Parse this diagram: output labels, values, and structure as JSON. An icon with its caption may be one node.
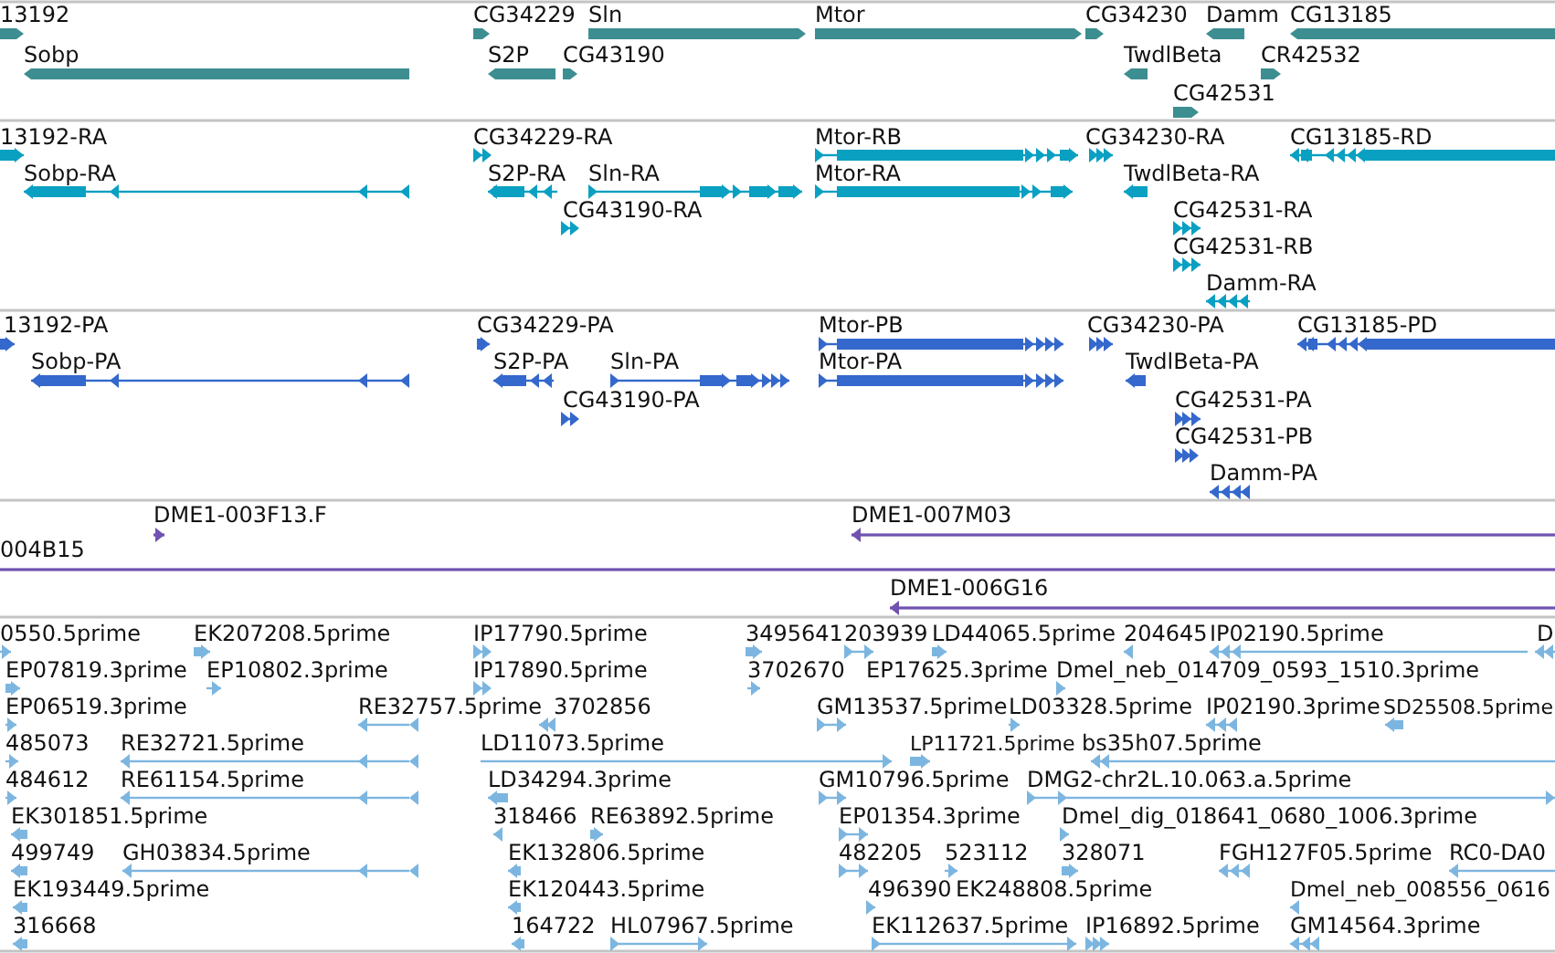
{
  "diagram": {
    "labels": [
      "13192",
      "CG34229",
      "Sln",
      "Mtor",
      "CG34230",
      "Damm",
      "CG13185",
      "Sobp",
      "S2P",
      "CG43190",
      "TwdlBeta",
      "CR42532",
      "CG42531",
      "13192-RA",
      "CG34229-RA",
      "Mtor-RB",
      "CG34230-RA",
      "CG13185-RD",
      "Sobp-RA",
      "S2P-RA",
      "Sln-RA",
      "Mtor-RA",
      "TwdlBeta-RA",
      "CG43190-RA",
      "CG42531-RA",
      "CG42531-RB",
      "Damm-RA",
      "13192-PA",
      "CG34229-PA",
      "Mtor-PB",
      "CG34230-PA",
      "CG13185-PD",
      "Sobp-PA",
      "S2P-PA",
      "Sln-PA",
      "Mtor-PA",
      "TwdlBeta-PA",
      "CG43190-PA",
      "CG42531-PA",
      "CG42531-PB",
      "Damm-PA",
      "DME1-003F13.F",
      "DME1-007M03",
      "004B15",
      "DME1-006G16",
      "0550.5prime",
      "EK207208.5prime",
      "IP17790.5prime",
      "3495641",
      "203939",
      "LD44065.5prime",
      "204645",
      "IP02190.5prime",
      "D",
      "EP07819.3prime",
      "EP10802.3prime",
      "IP17890.5prime",
      "3702670",
      "EP17625.3prime",
      "Dmel_neb_014709_0593_1510.3prime",
      "EP06519.3prime",
      "RE32757.5prime",
      "3702856",
      "GM13537.5prime",
      "LD03328.5prime",
      "IP02190.3prime",
      "SD25508.5prime",
      "485073",
      "RE32721.5prime",
      "LD11073.5prime",
      "LP11721.5prime",
      "bs35h07.5prime",
      "484612",
      "RE61154.5prime",
      "LD34294.3prime",
      "GM10796.5prime",
      "DMG2-chr2L.10.063.a.5prime",
      "EK301851.5prime",
      "318466",
      "RE63892.5prime",
      "EP01354.3prime",
      "Dmel_dig_018641_0680_1006.3prime",
      "499749",
      "GH03834.5prime",
      "EK132806.5prime",
      "482205",
      "523112",
      "328071",
      "FGH127F05.5prime",
      "RC0-DA0",
      "EK193449.5prime",
      "EK120443.5prime",
      "496390",
      "EK248808.5prime",
      "Dmel_neb_008556_0616",
      "316668",
      "164722",
      "HL07967.5prime",
      "EK112637.5prime",
      "IP16892.5prime",
      "GM14564.3prime"
    ]
  }
}
